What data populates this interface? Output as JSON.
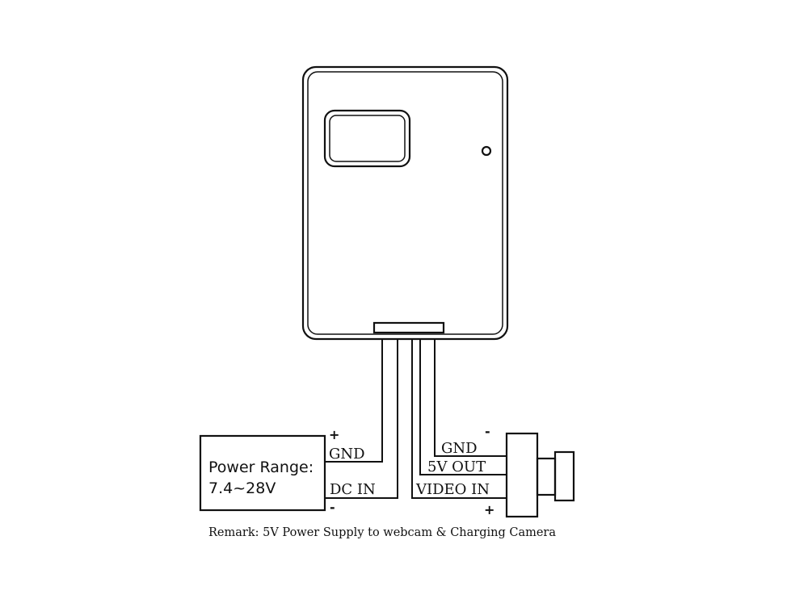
{
  "power_box": {
    "line1": "Power Range:",
    "line2": "7.4~28V"
  },
  "left_labels": {
    "gnd": "GND",
    "dc_in": "DC IN",
    "plus": "+",
    "minus": "-"
  },
  "right_labels": {
    "gnd": "GND",
    "out5v": "5V OUT",
    "video_in": "VIDEO IN",
    "plus": "+",
    "minus": "-"
  },
  "remark": "Remark: 5V Power Supply to webcam & Charging Camera",
  "colors": {
    "line": "#111111",
    "background": "#ffffff"
  }
}
